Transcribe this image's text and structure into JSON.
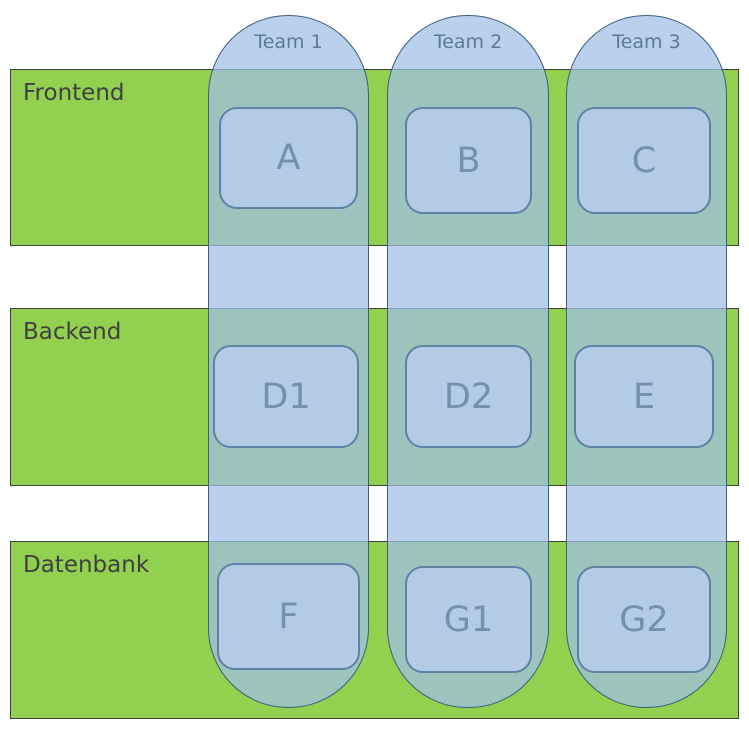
{
  "layers": {
    "frontend": "Frontend",
    "backend": "Backend",
    "datenbank": "Datenbank"
  },
  "teams": {
    "team1": "Team 1",
    "team2": "Team 2",
    "team3": "Team 3"
  },
  "boxes": {
    "a": "A",
    "b": "B",
    "c": "C",
    "d1": "D1",
    "d2": "D2",
    "e": "E",
    "f": "F",
    "g1": "G1",
    "g2": "G2"
  },
  "colors": {
    "layer_fill": "#92d050",
    "team_fill": "#a0bee6",
    "box_fill": "#b4cbe6"
  }
}
